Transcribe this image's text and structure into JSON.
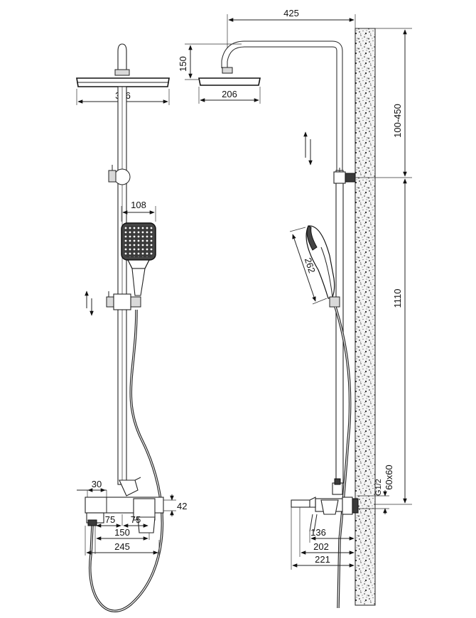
{
  "front_view": {
    "dims": {
      "rain_head_width": "306",
      "hand_shower_width": "108",
      "mixer_offset": "30",
      "mixer_height": "42",
      "spout_to_axis_a": "75",
      "spout_to_axis_b": "75",
      "inlet_spacing": "150",
      "mixer_total_width": "245"
    }
  },
  "side_view": {
    "dims": {
      "arm_reach": "425",
      "head_drop": "150",
      "head_depth": "206",
      "bracket_range": "100-450",
      "hand_shower_length": "262",
      "bracket_height": "1110",
      "thread_size": "G1/2",
      "flange_size": "60x60",
      "spout_projection": "136",
      "body_depth": "202",
      "total_depth": "221"
    }
  }
}
